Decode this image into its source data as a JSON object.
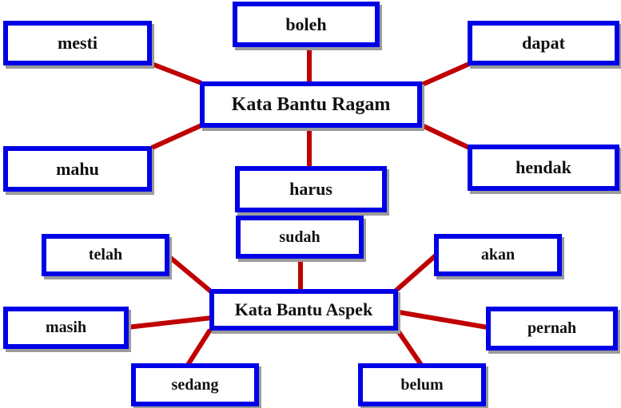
{
  "colors": {
    "box_border": "#0000e6",
    "connector": "#c00000",
    "shadow": "#9b9b9b"
  },
  "ragam": {
    "center": "Kata Bantu Ragam",
    "items": {
      "boleh": "boleh",
      "mesti": "mesti",
      "dapat": "dapat",
      "mahu": "mahu",
      "hendak": "hendak",
      "harus": "harus"
    }
  },
  "aspek": {
    "center": "Kata Bantu Aspek",
    "items": {
      "sudah": "sudah",
      "telah": "telah",
      "akan": "akan",
      "masih": "masih",
      "pernah": "pernah",
      "sedang": "sedang",
      "belum": "belum"
    }
  }
}
